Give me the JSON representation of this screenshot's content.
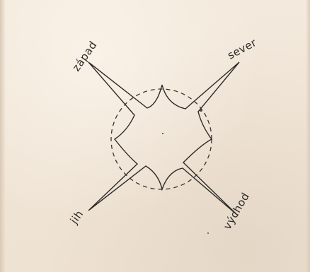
{
  "labels": {
    "northwest": "západ",
    "northeast": "sever",
    "southwest": "jih",
    "southeast": "východ"
  },
  "colors": {
    "paper": "#efe4d6",
    "ink": "#2e2a28"
  }
}
